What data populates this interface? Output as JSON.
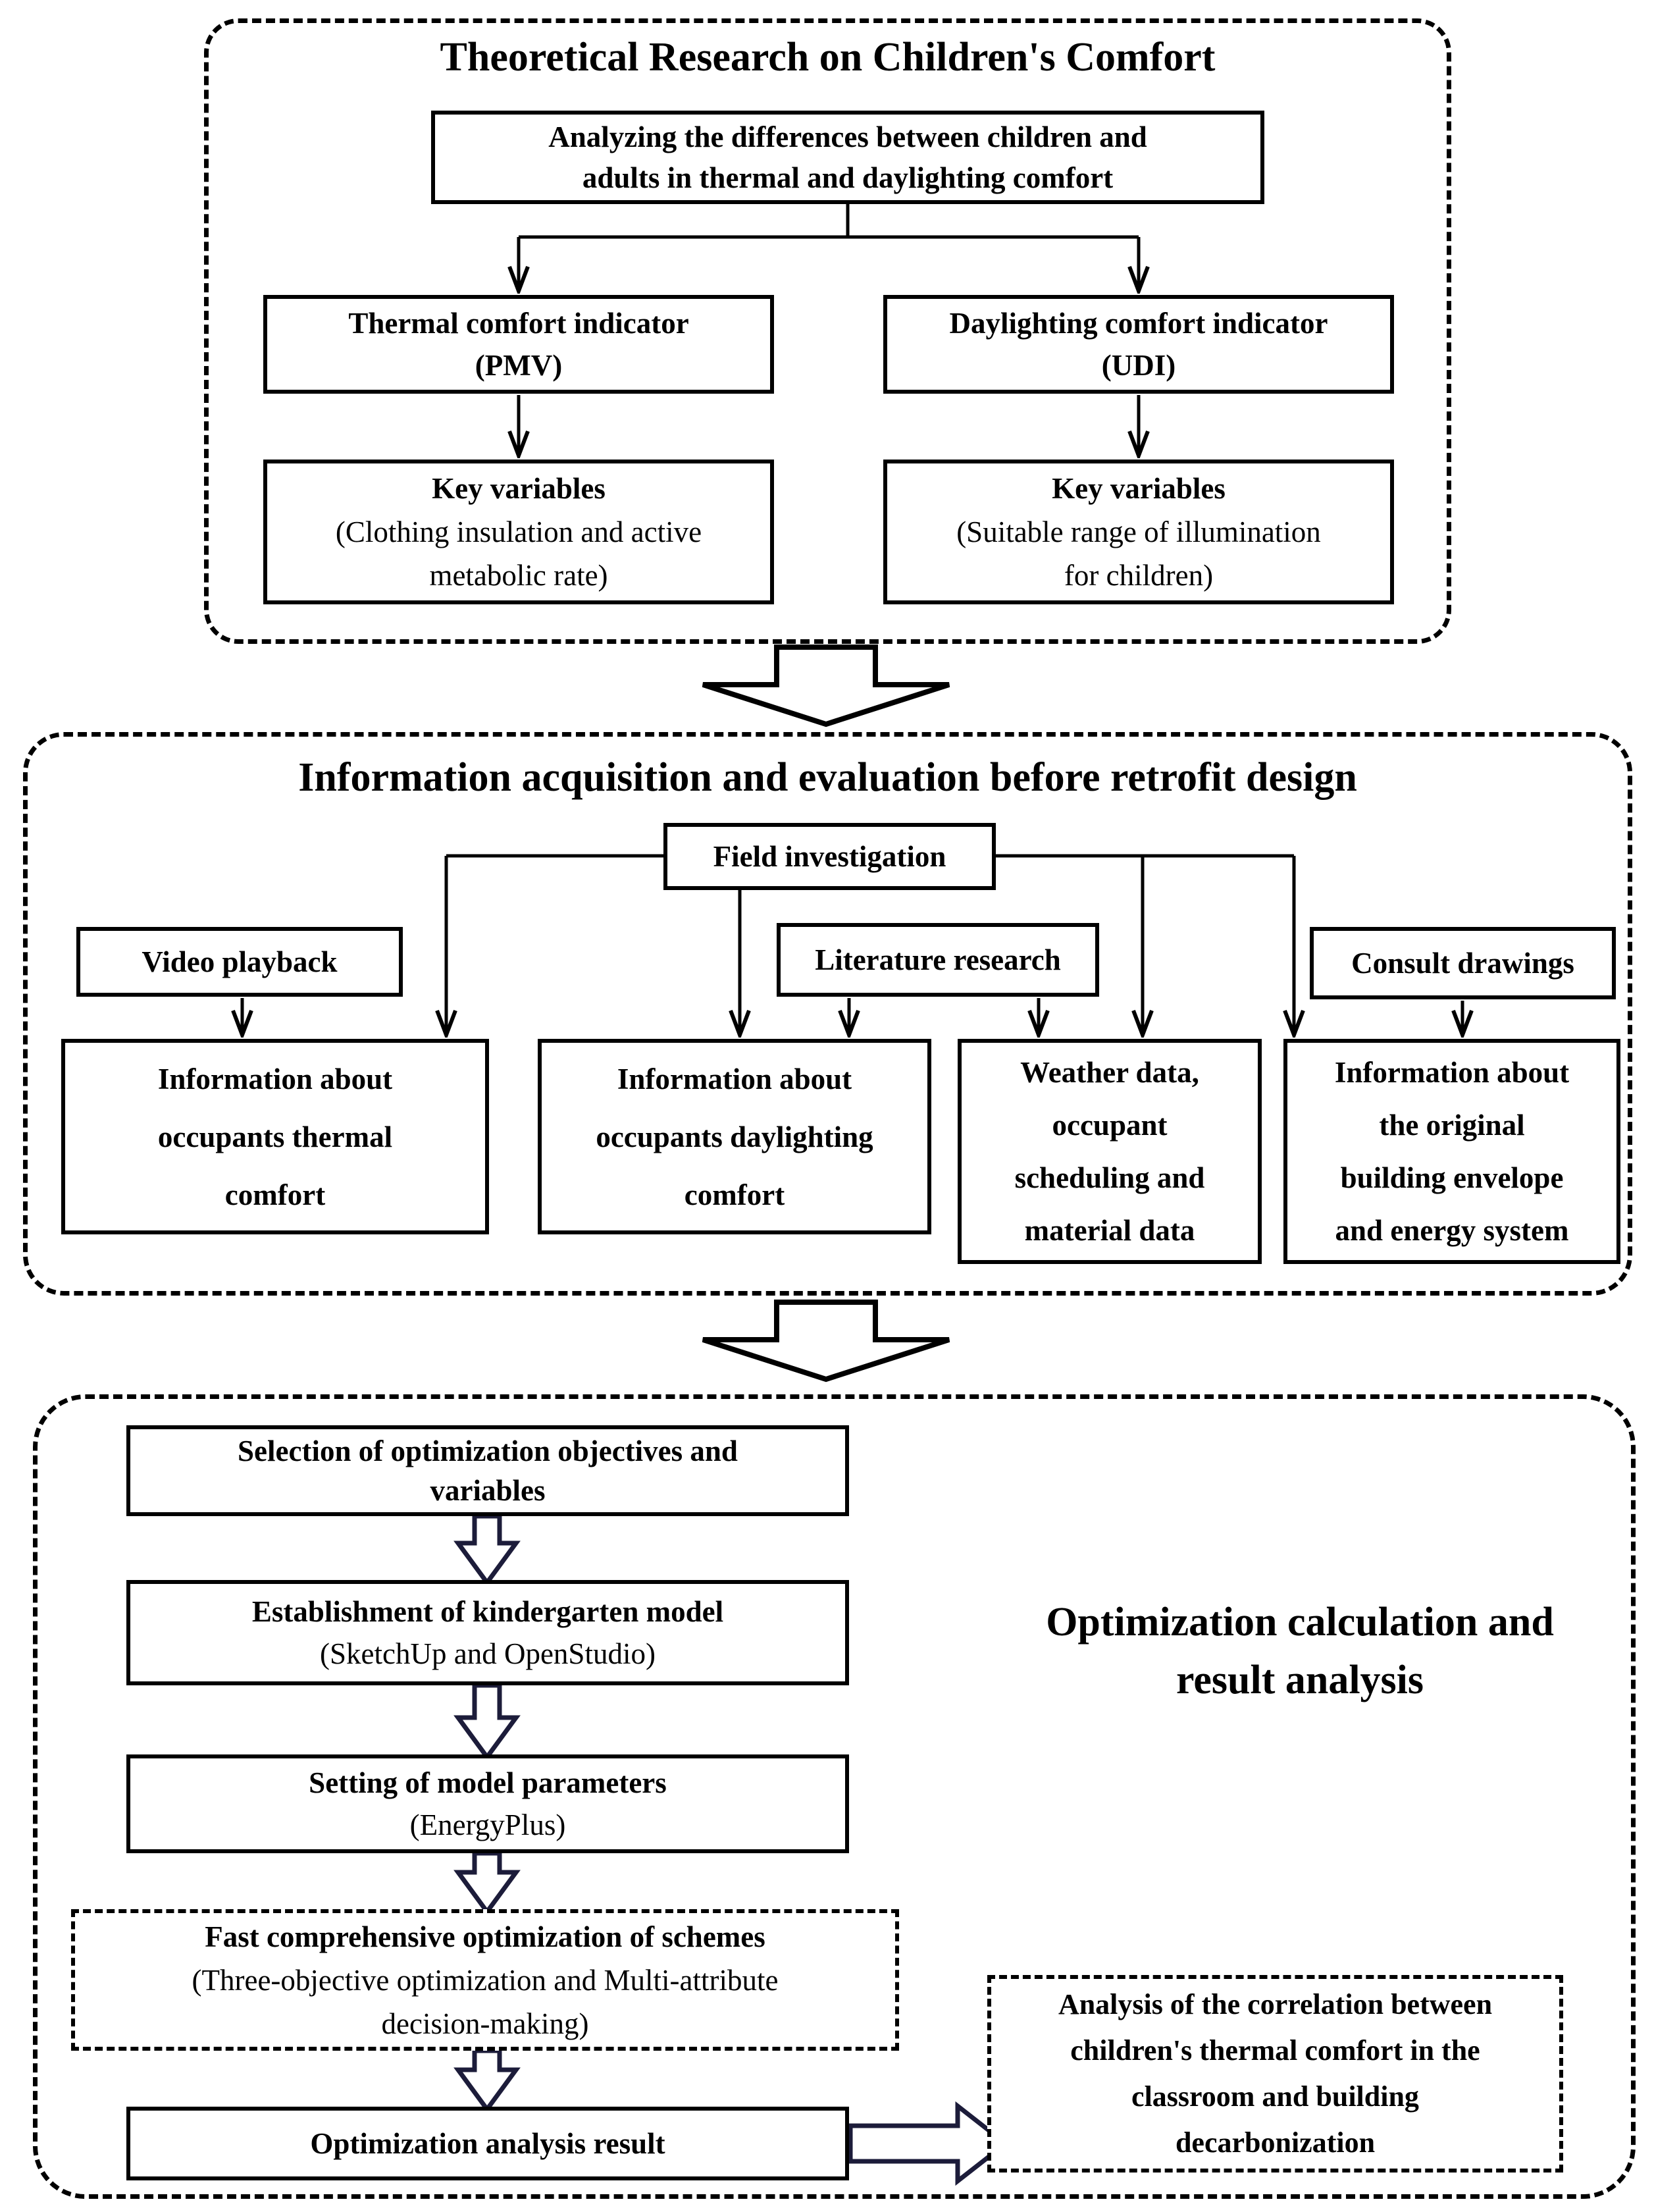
{
  "colors": {
    "ink": "#000000",
    "paper": "#ffffff",
    "block_arrow_outline": "#1c1c3a"
  },
  "sections": {
    "theoretical": {
      "title": "Theoretical Research on Children's Comfort",
      "analyzing_box": {
        "lines": [
          "Analyzing the differences between children and",
          "adults in thermal and daylighting comfort"
        ]
      },
      "thermal_indicator_box": {
        "lines": [
          "Thermal comfort indicator",
          "(PMV)"
        ]
      },
      "daylighting_indicator_box": {
        "lines": [
          "Daylighting comfort indicator",
          "(UDI)"
        ]
      },
      "thermal_key_variables_box": {
        "title": "Key variables",
        "detail_lines": [
          "(Clothing insulation and active",
          "metabolic rate)"
        ]
      },
      "daylighting_key_variables_box": {
        "title": "Key variables",
        "detail_lines": [
          "(Suitable range of illumination",
          "for children)"
        ]
      }
    },
    "information": {
      "title": "Information acquisition and evaluation before retrofit design",
      "field_investigation_box": "Field investigation",
      "video_playback_box": "Video playback",
      "literature_research_box": "Literature research",
      "consult_drawings_box": "Consult drawings",
      "thermal_info_box": {
        "lines": [
          "Information about",
          "occupants thermal",
          "comfort"
        ]
      },
      "daylighting_info_box": {
        "lines": [
          "Information about",
          "occupants daylighting",
          "comfort"
        ]
      },
      "weather_data_box": {
        "lines": [
          "Weather data,",
          "occupant",
          "scheduling and",
          "material data"
        ]
      },
      "building_info_box": {
        "lines": [
          "Information about",
          "the original",
          "building envelope",
          "and energy system"
        ]
      }
    },
    "optimization": {
      "heading_lines": [
        "Optimization calculation and",
        "result analysis"
      ],
      "selection_box": {
        "lines": [
          "Selection of optimization objectives and",
          "variables"
        ]
      },
      "establishment_box": {
        "title": "Establishment of kindergarten model",
        "detail_lines": [
          "(SketchUp and OpenStudio)"
        ]
      },
      "parameters_box": {
        "title": "Setting of model parameters",
        "detail_lines": [
          "(EnergyPlus)"
        ]
      },
      "fast_optimization_box": {
        "title": "Fast comprehensive optimization of schemes",
        "detail_lines": [
          "(Three-objective optimization and Multi-attribute",
          "decision-making)"
        ]
      },
      "result_box": "Optimization analysis result",
      "correlation_box": {
        "lines": [
          "Analysis of the correlation between",
          "children's thermal comfort in the",
          "classroom and building",
          "decarbonization"
        ]
      }
    }
  }
}
